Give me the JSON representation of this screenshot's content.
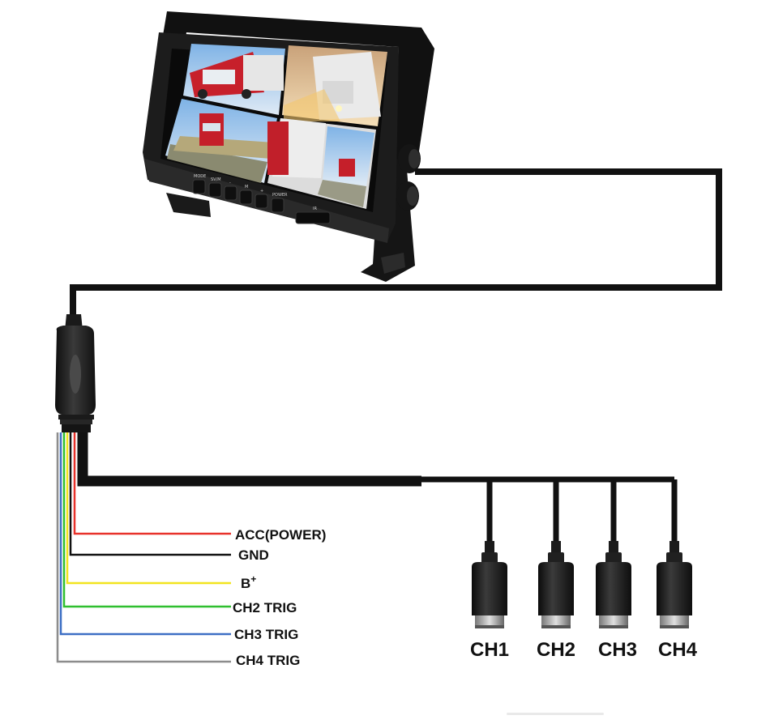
{
  "monitor": {
    "button_labels": [
      "MODE",
      "SV/M",
      "-",
      "M",
      "+",
      "POWER"
    ],
    "ir_label": "IR",
    "screen_tiles": [
      "truck-red-front",
      "truck-white-sunset",
      "truck-red-road",
      "truck-red-trailer"
    ]
  },
  "wires": [
    {
      "label": "ACC(POWER)",
      "color": "#e8322b",
      "superscript": ""
    },
    {
      "label": "GND",
      "color": "#111111",
      "superscript": ""
    },
    {
      "label": "B",
      "color": "#f2e41f",
      "superscript": "+"
    },
    {
      "label": "CH2 TRIG",
      "color": "#2fbf2f",
      "superscript": ""
    },
    {
      "label": "CH3 TRIG",
      "color": "#3d6fc4",
      "superscript": ""
    },
    {
      "label": "CH4 TRIG",
      "color": "#8c8c8c",
      "superscript": ""
    }
  ],
  "cameras": [
    {
      "label": "CH1"
    },
    {
      "label": "CH2"
    },
    {
      "label": "CH3"
    },
    {
      "label": "CH4"
    }
  ],
  "colors": {
    "cable": "#111111",
    "monitor_body": "#1c1c1c",
    "connector_body": "#2a2a2a"
  }
}
